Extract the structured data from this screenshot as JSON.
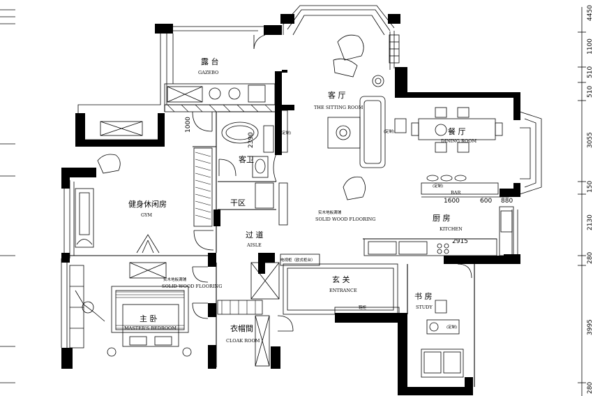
{
  "rooms": {
    "gazebo": {
      "cn": "露 台",
      "en": "GAZEBO"
    },
    "sitting": {
      "cn": "客 厅",
      "en": "THE SITTING ROOM"
    },
    "dining": {
      "cn": "餐 厅",
      "en": "DINING ROOM"
    },
    "guest_wc": {
      "cn": "客卫"
    },
    "dry_area": {
      "cn": "干区"
    },
    "gym": {
      "cn": "健身休闲房",
      "en": "GYM"
    },
    "aisle": {
      "cn": "过 道",
      "en": "AISLE"
    },
    "kitchen": {
      "cn": "厨 房",
      "en": "KITCHEN"
    },
    "bar": {
      "cn": "BAR"
    },
    "entrance": {
      "cn": "玄 关",
      "en": "ENTRANCE"
    },
    "study": {
      "cn": "书 房",
      "en": "STUDY"
    },
    "master": {
      "cn": "主 卧",
      "en": "MASTER'S BEDROOM"
    },
    "cloak": {
      "cn": "衣帽間",
      "en": "CLOAK ROOM"
    }
  },
  "notes": {
    "floor_living": "实木地板满铺",
    "floor_living_en": "SOLID WOOD FLOORING",
    "floor_master": "实木地板满铺",
    "floor_master_en": "SOLID WOOD FLOORING",
    "shoe_cabinet": "鞋柜",
    "tv_cabinet": "电视柜（欧式柜台）",
    "custom_a": "(定制)",
    "custom_b": "(定制)",
    "custom_c": "(定制)",
    "custom_d": "(定制)"
  },
  "dims": {
    "d1000": "1000",
    "d2390": "2390",
    "d1600": "1600",
    "d600": "600",
    "d880": "880",
    "d2915": "2915"
  },
  "right_dims": [
    "4450",
    "1100",
    "510",
    "3055",
    "150",
    "2130",
    "280",
    "3995",
    "280"
  ],
  "top_right_label": "510"
}
